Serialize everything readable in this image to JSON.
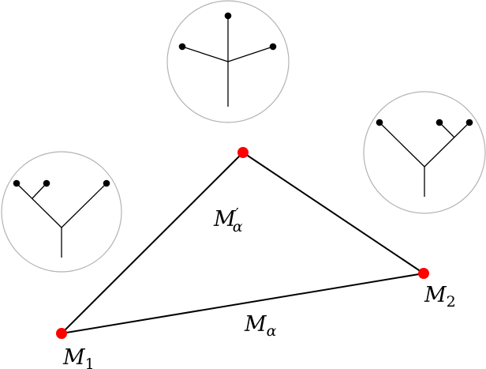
{
  "triangle": {
    "vertex_color": "#ff0000",
    "edge_color": "#000000"
  },
  "labels": {
    "vertex_1": {
      "base": "M",
      "sub": "1"
    },
    "vertex_2": {
      "base": "M",
      "sub": "2"
    },
    "top_vertex_region": {
      "base": "M",
      "prime": "′",
      "sub": "α"
    },
    "bottom_edge": {
      "base": "M",
      "sub": "α"
    }
  },
  "tree_insets": {
    "circle_color": "#b3b3b3",
    "tree_color": "#000000",
    "count": 3
  }
}
